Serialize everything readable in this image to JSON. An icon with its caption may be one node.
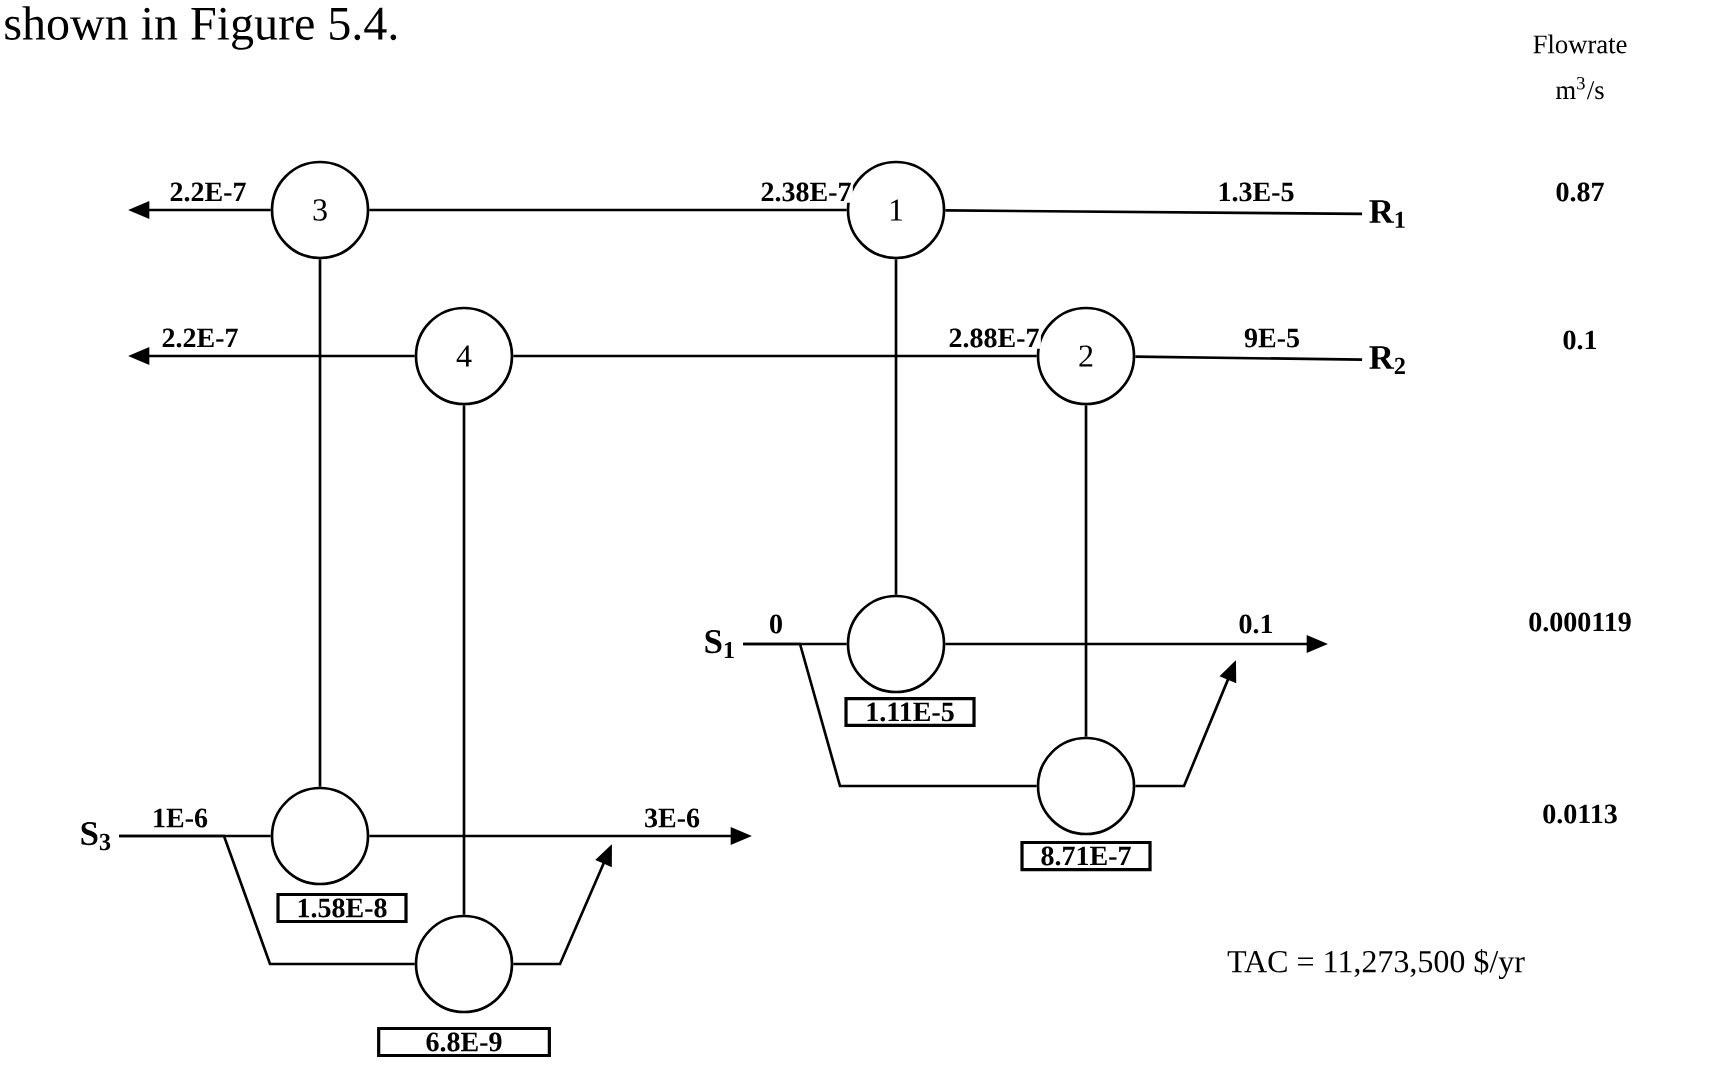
{
  "diagram": {
    "nodes": [
      {
        "text": [
          "3"
        ]
      },
      {
        "text": [
          "1"
        ]
      },
      {
        "text": [
          "R$_{1}$"
        ]
      },
      {
        "text": [
          "4"
        ]
      },
      {
        "text": [
          "2"
        ]
      },
      {
        "text": [
          "R$_{2}$"
        ]
      },
      {
        "text": [
          "S$_{1}$"
        ]
      },
      {
        "text": [],
        "shape": "circle"
      },
      {
        "text": [
          "1.11E-5"
        ]
      },
      {
        "text": [],
        "shape": "circle"
      },
      {
        "text": [
          "8.71E-7"
        ]
      },
      {
        "text": [
          "S$_{3}$"
        ]
      },
      {
        "text": [],
        "shape": "circle"
      },
      {
        "text": [
          "1.58E-8"
        ]
      },
      {
        "text": [],
        "shape": "circle"
      },
      {
        "text": [
          "6.8E-9"
        ]
      }
    ],
    "edges": [
      {
        "from": 2,
        "to": 1,
        "arrow": "none",
        "label": "1.3E-5"
      },
      {
        "from": 1,
        "to": 0,
        "arrow": "none",
        "label": "2.38E-7"
      },
      {
        "from": 0,
        "to": null,
        "arrow": "to",
        "label": "2.2E-7"
      },
      {
        "from": 5,
        "to": 4,
        "arrow": "none",
        "label": "9E-5"
      },
      {
        "from": 4,
        "to": 3,
        "arrow": "none",
        "label": "2.88E-7"
      },
      {
        "from": 3,
        "to": null,
        "arrow": "to",
        "label": "2.2E-7"
      },
      {
        "from": 1,
        "to": 7,
        "arrow": "none"
      },
      {
        "from": 4,
        "to": 9,
        "arrow": "none"
      },
      {
        "from": 0,
        "to": 12,
        "arrow": "none"
      },
      {
        "from": 3,
        "to": 14,
        "arrow": "none"
      },
      {
        "from": 6,
        "to": 7,
        "arrow": "none",
        "label": "0"
      },
      {
        "from": 6,
        "to": 9,
        "arrow": "none"
      },
      {
        "from": 7,
        "to": null,
        "arrow": "to",
        "label": "0.1"
      },
      {
        "from": 9,
        "to": null,
        "arrow": "to"
      },
      {
        "from": 11,
        "to": 12,
        "arrow": "none",
        "label": "1E-6"
      },
      {
        "from": 11,
        "to": 14,
        "arrow": "none"
      },
      {
        "from": 12,
        "to": null,
        "arrow": "to",
        "label": "3E-6"
      },
      {
        "from": 14,
        "to": null,
        "arrow": "to"
      }
    ],
    "labels": [
      "shown in Figure 5.4.",
      "Flowrate",
      "m$^{3}$/s",
      "0.87",
      "0.1",
      "0.000119",
      "0.0113",
      "TAC = 11,273,500 $/yr"
    ]
  }
}
